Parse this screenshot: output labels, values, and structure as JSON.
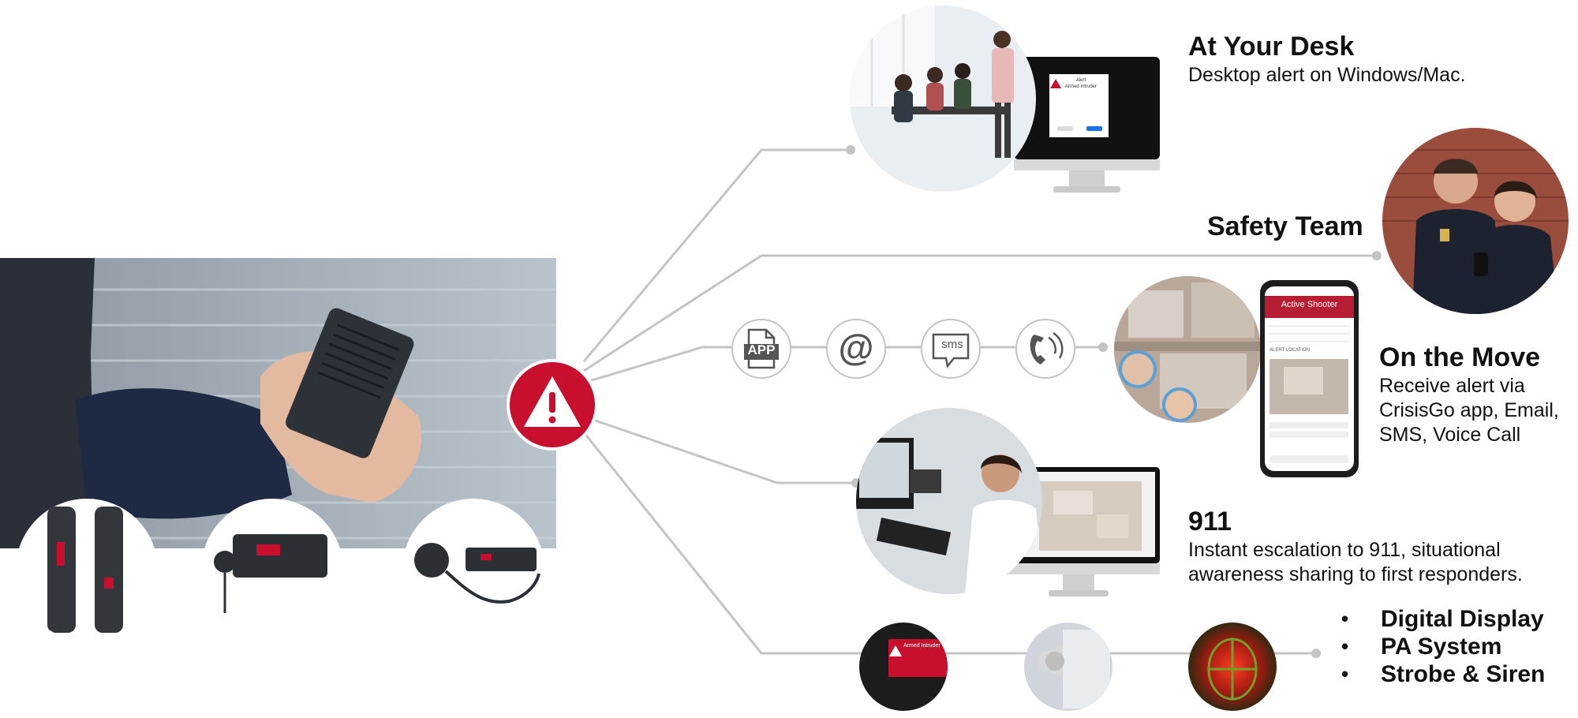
{
  "channels": {
    "desk": {
      "title": "At Your Desk",
      "description": "Desktop alert on Windows/Mac.",
      "dialog_title": "Alert",
      "dialog_subtitle": "Armed Intruder"
    },
    "safety_team": {
      "title": "Safety Team"
    },
    "on_the_move": {
      "title": "On the Move",
      "description_lines": [
        "Receive alert via",
        "CrisisGo app, Email,",
        "SMS, Voice Call"
      ],
      "phone_header": "Active Shooter",
      "phone_section": "ALERT LOCATION"
    },
    "nine_one_one": {
      "title": "911",
      "description_lines": [
        "Instant escalation to 911, situational",
        "awareness sharing to first responders."
      ]
    },
    "devices": {
      "bullets": [
        "Digital Display",
        "PA System",
        "Strobe & Siren"
      ],
      "bullet_symbol": "•",
      "sign_title": "Armed Intruder"
    }
  },
  "method_icons": [
    {
      "name": "app-icon",
      "label": "APP"
    },
    {
      "name": "email-icon",
      "label": "@"
    },
    {
      "name": "sms-icon",
      "label": "sms"
    },
    {
      "name": "voice-call-icon",
      "label": ""
    }
  ],
  "colors": {
    "alert_red": "#c8102e",
    "line_gray": "#c4c4c4",
    "icon_gray": "#555555"
  }
}
